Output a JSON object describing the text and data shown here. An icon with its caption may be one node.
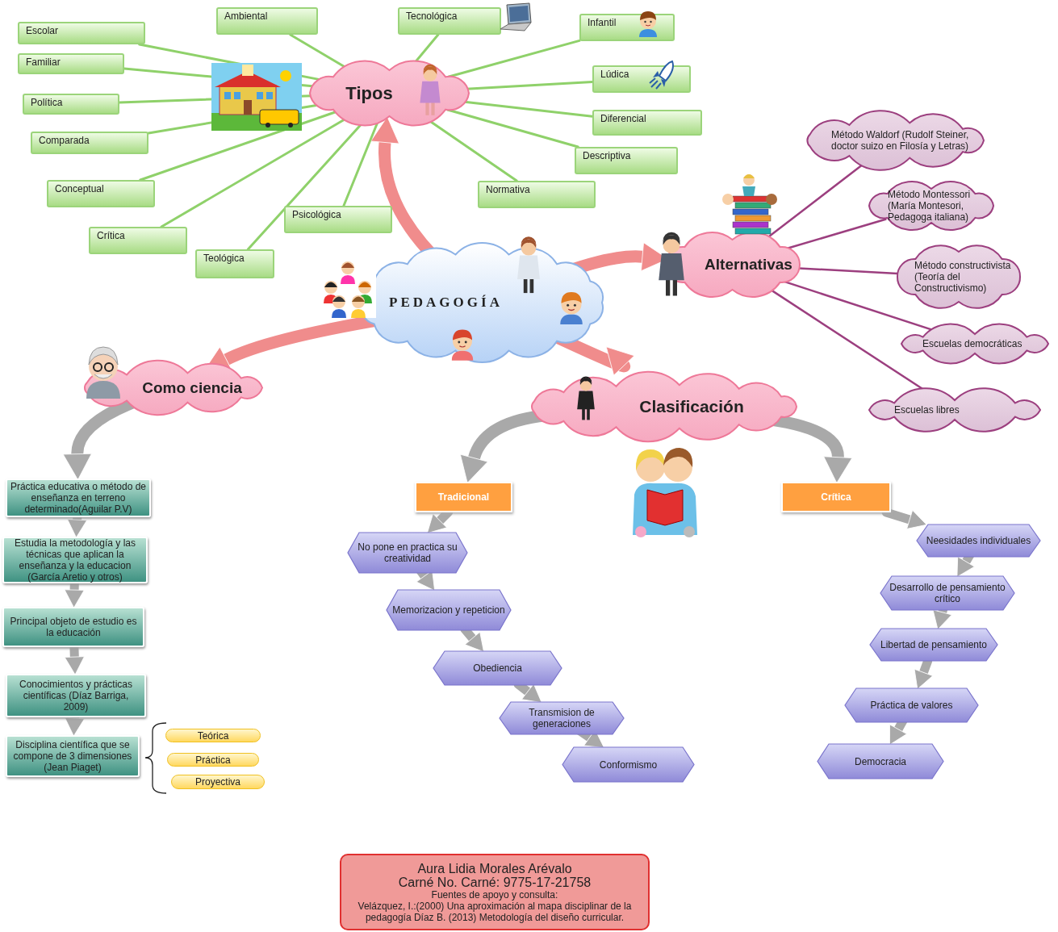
{
  "diagram": {
    "nodes": [
      {
        "text": [
          "PEDAGOGÍA"
        ]
      },
      {
        "text": [
          "Tipos"
        ]
      },
      {
        "text": [
          "Escolar"
        ]
      },
      {
        "text": [
          "Familiar"
        ]
      },
      {
        "text": [
          "Política"
        ]
      },
      {
        "text": [
          "Comparada"
        ]
      },
      {
        "text": [
          "Conceptual"
        ]
      },
      {
        "text": [
          "Crítica"
        ]
      },
      {
        "text": [
          "Teológica"
        ]
      },
      {
        "text": [
          "Psicológica"
        ]
      },
      {
        "text": [
          "Ambiental"
        ]
      },
      {
        "text": [
          "Tecnológica"
        ]
      },
      {
        "text": [
          "Infantil"
        ]
      },
      {
        "text": [
          "Lúdica"
        ]
      },
      {
        "text": [
          "Diferencial"
        ]
      },
      {
        "text": [
          "Descriptiva"
        ]
      },
      {
        "text": [
          "Normativa"
        ]
      },
      {
        "text": [
          "Alternativas"
        ]
      },
      {
        "text": [
          "Método Waldorf (Rudolf Steiner, doctor suizo en Filosía y Letras)"
        ]
      },
      {
        "text": [
          "Método Montessori (María Montesori, Pedagoga italiana)"
        ]
      },
      {
        "text": [
          "Método constructivista (Teoría del Constructivismo)"
        ]
      },
      {
        "text": [
          "Escuelas democráticas"
        ]
      },
      {
        "text": [
          "Escuelas libres"
        ]
      },
      {
        "text": [
          "Como ciencia"
        ]
      },
      {
        "text": [
          "Práctica educativa o método de enseñanza en terreno determinado(Aguilar P.V)"
        ]
      },
      {
        "text": [
          "Estudia la metodología y las técnicas que aplican la enseñanza y la educacion (García Aretio y otros)"
        ]
      },
      {
        "text": [
          "Principal objeto de estudio es la educación"
        ]
      },
      {
        "text": [
          "Conocimientos y prácticas científicas (Díaz Barriga, 2009)"
        ]
      },
      {
        "text": [
          "Disciplina científica que se compone de 3 dimensiones (Jean Piaget)"
        ]
      },
      {
        "text": [
          "Teórica"
        ]
      },
      {
        "text": [
          "Práctica"
        ]
      },
      {
        "text": [
          "Proyectiva"
        ]
      },
      {
        "text": [
          "Clasificación"
        ]
      },
      {
        "text": [
          "Tradicional"
        ]
      },
      {
        "text": [
          "Crítica"
        ]
      },
      {
        "text": [
          "No pone en practica su creatividad"
        ]
      },
      {
        "text": [
          "Memorizacion y repeticion"
        ]
      },
      {
        "text": [
          "Obediencia"
        ]
      },
      {
        "text": [
          "Transmision de generaciones"
        ]
      },
      {
        "text": [
          "Conformismo"
        ]
      },
      {
        "text": [
          "Neesidades individuales"
        ]
      },
      {
        "text": [
          "Desarrollo de pensamiento crítico"
        ]
      },
      {
        "text": [
          "Libertad de pensamiento"
        ]
      },
      {
        "text": [
          "Práctica de valores"
        ]
      },
      {
        "text": [
          "Democracia"
        ]
      },
      {
        "text": [
          "Aura Lidia Morales Arévalo",
          "Carné No. Carné: 9775-17-21758",
          "Fuentes de apoyo y consulta:",
          "Velázquez, I.:(2000) Una aproximación al mapa disciplinar de la pedagogía   Díaz B. (2013) Metodología del diseño curricular."
        ]
      }
    ],
    "edges": [
      {
        "from": 0,
        "to": 1,
        "arrow": "to",
        "color": "#f08c8c"
      },
      {
        "from": 0,
        "to": 17,
        "arrow": "to",
        "color": "#f08c8c"
      },
      {
        "from": 0,
        "to": 23,
        "arrow": "to",
        "color": "#f08c8c"
      },
      {
        "from": 0,
        "to": 32,
        "arrow": "to",
        "color": "#f08c8c"
      },
      {
        "from": 1,
        "to": 2,
        "arrow": "none",
        "color": "#8fd16a"
      },
      {
        "from": 1,
        "to": 3,
        "arrow": "none",
        "color": "#8fd16a"
      },
      {
        "from": 1,
        "to": 4,
        "arrow": "none",
        "color": "#8fd16a"
      },
      {
        "from": 1,
        "to": 5,
        "arrow": "none",
        "color": "#8fd16a"
      },
      {
        "from": 1,
        "to": 6,
        "arrow": "none",
        "color": "#8fd16a"
      },
      {
        "from": 1,
        "to": 7,
        "arrow": "none",
        "color": "#8fd16a"
      },
      {
        "from": 1,
        "to": 8,
        "arrow": "none",
        "color": "#8fd16a"
      },
      {
        "from": 1,
        "to": 9,
        "arrow": "none",
        "color": "#8fd16a"
      },
      {
        "from": 1,
        "to": 10,
        "arrow": "none",
        "color": "#8fd16a"
      },
      {
        "from": 1,
        "to": 11,
        "arrow": "none",
        "color": "#8fd16a"
      },
      {
        "from": 1,
        "to": 12,
        "arrow": "none",
        "color": "#8fd16a"
      },
      {
        "from": 1,
        "to": 13,
        "arrow": "none",
        "color": "#8fd16a"
      },
      {
        "from": 1,
        "to": 14,
        "arrow": "none",
        "color": "#8fd16a"
      },
      {
        "from": 1,
        "to": 15,
        "arrow": "none",
        "color": "#8fd16a"
      },
      {
        "from": 1,
        "to": 16,
        "arrow": "none",
        "color": "#8fd16a"
      },
      {
        "from": 17,
        "to": 18,
        "arrow": "none",
        "color": "#9c3f7f"
      },
      {
        "from": 17,
        "to": 19,
        "arrow": "none",
        "color": "#9c3f7f"
      },
      {
        "from": 17,
        "to": 20,
        "arrow": "none",
        "color": "#9c3f7f"
      },
      {
        "from": 17,
        "to": 21,
        "arrow": "none",
        "color": "#9c3f7f"
      },
      {
        "from": 17,
        "to": 22,
        "arrow": "none",
        "color": "#9c3f7f"
      },
      {
        "from": 23,
        "to": 24,
        "arrow": "to"
      },
      {
        "from": 24,
        "to": 25,
        "arrow": "to"
      },
      {
        "from": 25,
        "to": 26,
        "arrow": "to"
      },
      {
        "from": 26,
        "to": 27,
        "arrow": "to"
      },
      {
        "from": 27,
        "to": 28,
        "arrow": "to"
      },
      {
        "from": 32,
        "to": 33,
        "arrow": "to"
      },
      {
        "from": 32,
        "to": 34,
        "arrow": "to"
      },
      {
        "from": 33,
        "to": 35,
        "arrow": "to"
      },
      {
        "from": 35,
        "to": 36,
        "arrow": "to"
      },
      {
        "from": 36,
        "to": 37,
        "arrow": "to"
      },
      {
        "from": 37,
        "to": 38,
        "arrow": "to"
      },
      {
        "from": 38,
        "to": 39,
        "arrow": "to"
      },
      {
        "from": 34,
        "to": 40,
        "arrow": "to"
      },
      {
        "from": 40,
        "to": 41,
        "arrow": "to"
      },
      {
        "from": 41,
        "to": 42,
        "arrow": "to"
      },
      {
        "from": 42,
        "to": 43,
        "arrow": "to"
      },
      {
        "from": 43,
        "to": 44,
        "arrow": "to"
      }
    ]
  }
}
